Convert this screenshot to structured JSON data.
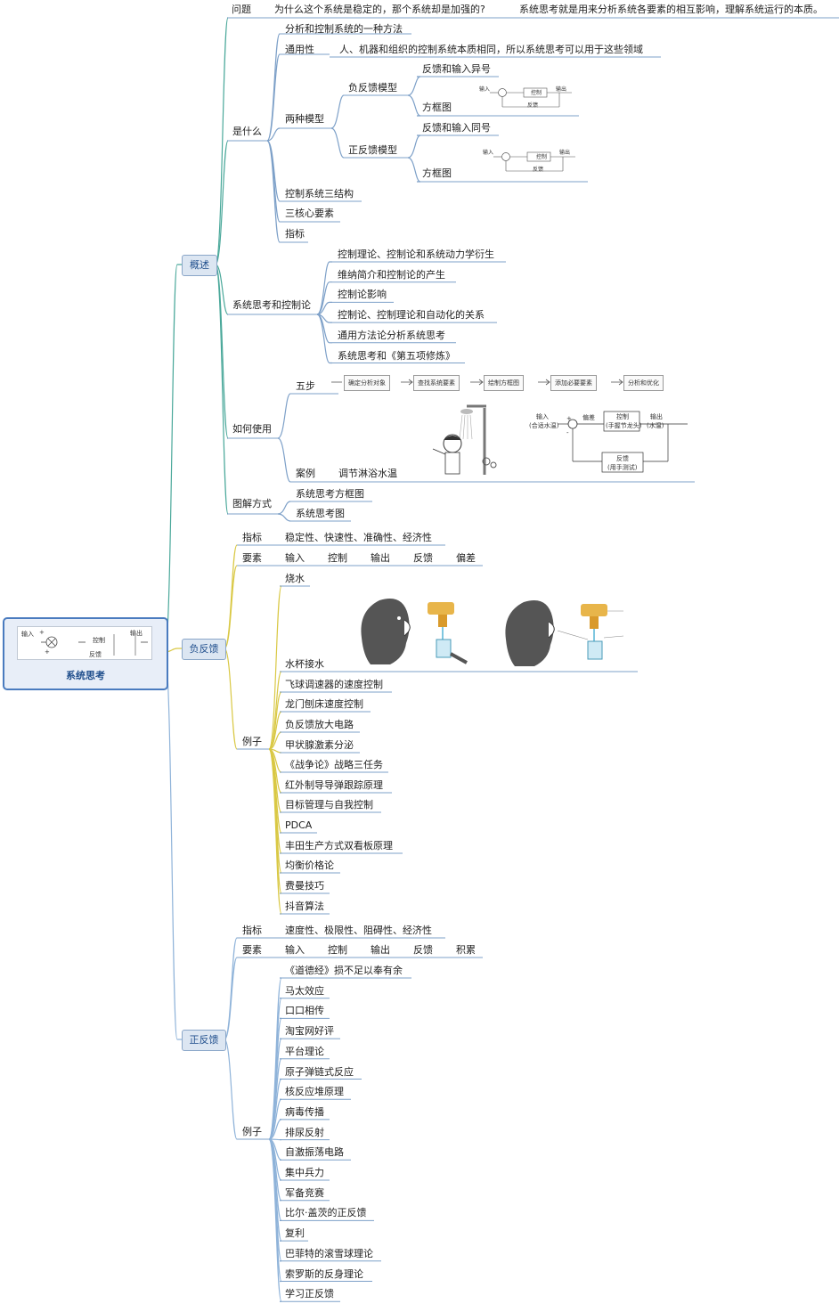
{
  "root": {
    "title": "系统思考",
    "mini": {
      "input": "输入",
      "plus1": "+",
      "plus2": "+",
      "control": "控制",
      "output": "输出",
      "feedback": "反馈"
    }
  },
  "top": {
    "label": "问题",
    "question": "为什么这个系统是稳定的，那个系统却是加强的?",
    "answer": "系统思考就是用来分析系统各要素的相互影响，理解系统运行的本质。"
  },
  "overview": {
    "label": "概述",
    "what": {
      "label": "是什么",
      "method": "分析和控制系统的一种方法",
      "generality": "通用性",
      "generality_text": "人、机器和组织的控制系统本质相同，所以系统思考可以用于这些领域",
      "two_models": "两种模型",
      "neg_model": "负反馈模型",
      "neg_diff": "反馈和输入异号",
      "neg_block": "方框图",
      "pos_model": "正反馈模型",
      "pos_same": "反馈和输入同号",
      "pos_block": "方框图",
      "three_struct": "控制系统三结构",
      "three_core": "三核心要素",
      "indicator": "指标",
      "neg_diagram": {
        "input": "输入",
        "control": "控制",
        "output": "输出",
        "feedback": "反馈"
      },
      "pos_diagram": {
        "input": "输入",
        "control": "控制",
        "output": "输出",
        "feedback": "反馈"
      }
    },
    "cybernetics": {
      "label": "系统思考和控制论",
      "items": [
        "控制理论、控制论和系统动力学衍生",
        "维纳简介和控制论的产生",
        "控制论影响",
        "控制论、控制理论和自动化的关系",
        "通用方法论分析系统思考",
        "系统思考和《第五项修炼》"
      ]
    },
    "howto": {
      "label": "如何使用",
      "five_steps": "五步",
      "steps": [
        "确定分析对象",
        "查找系统要素",
        "绘制方框图",
        "添加必要要素",
        "分析和优化"
      ],
      "case": "案例",
      "case_text": "调节淋浴水温",
      "shower": {
        "input": "输入",
        "input_sub": "(合适水温)",
        "plus": "+",
        "minus": "-",
        "bias": "偏差",
        "control": "控制",
        "control_sub": "(手握节龙头)",
        "output": "输出",
        "output_sub": "(水温)",
        "feedback": "反馈",
        "feedback_sub": "(用手测试)"
      }
    },
    "diagram_way": {
      "label": "图解方式",
      "items": [
        "系统思考方框图",
        "系统思考图"
      ]
    }
  },
  "negative": {
    "label": "负反馈",
    "indicator_label": "指标",
    "indicator_text": "稳定性、快速性、准确性、经济性",
    "elements_label": "要素",
    "elements": [
      "输入",
      "控制",
      "输出",
      "反馈",
      "偏差"
    ],
    "examples_label": "例子",
    "examples": [
      "烧水",
      "水杯接水",
      "飞球调速器的速度控制",
      "龙门刨床速度控制",
      "负反馈放大电路",
      "甲状腺激素分泌",
      "《战争论》战略三任务",
      "红外制导导弹跟踪原理",
      "目标管理与自我控制",
      "PDCA",
      "丰田生产方式双看板原理",
      "均衡价格论",
      "费曼技巧",
      "抖音算法"
    ]
  },
  "positive": {
    "label": "正反馈",
    "indicator_label": "指标",
    "indicator_text": "速度性、极限性、阻碍性、经济性",
    "elements_label": "要素",
    "elements": [
      "输入",
      "控制",
      "输出",
      "反馈",
      "积累"
    ],
    "examples_label": "例子",
    "examples": [
      "《道德经》损不足以奉有余",
      "马太效应",
      "口口相传",
      "淘宝网好评",
      "平台理论",
      "原子弹链式反应",
      "核反应堆原理",
      "病毒传播",
      "排尿反射",
      "自激振荡电路",
      "集中兵力",
      "军备竞赛",
      "比尔·盖茨的正反馈",
      "复利",
      "巴菲特的滚雪球理论",
      "索罗斯的反身理论",
      "学习正反馈"
    ]
  },
  "colors": {
    "overview_branch": "#4aa89a",
    "negative_branch": "#d9c844",
    "positive_branch": "#8fb3d9",
    "underline": "#7da0c8"
  }
}
